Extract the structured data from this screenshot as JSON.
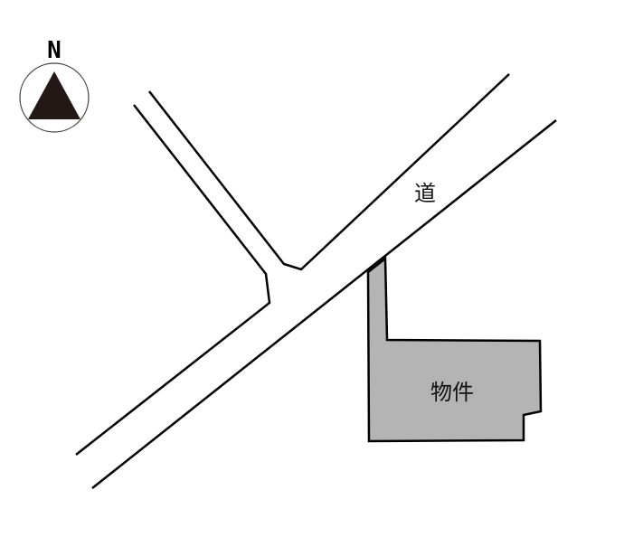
{
  "compass": {
    "label": "N",
    "icon": "north-arrow-icon"
  },
  "road": {
    "label": "道"
  },
  "property": {
    "label": "物件",
    "fill_color": "#b4b4b4"
  }
}
